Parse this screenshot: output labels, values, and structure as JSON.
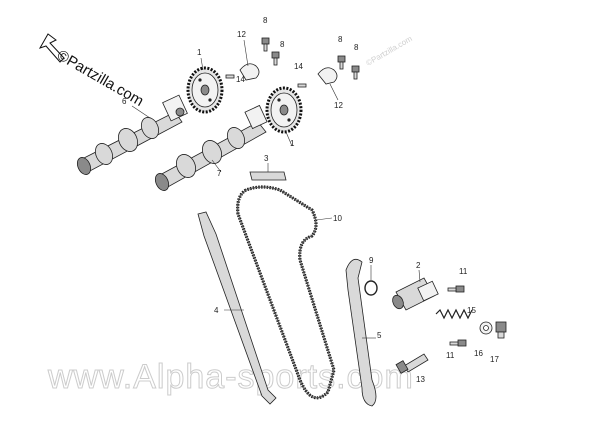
{
  "watermarks": {
    "partzilla_logo": "©Partzilla.com",
    "partzilla_small": "©Partzilla.com",
    "alpha_sports": "www.Alpha-sports.com"
  },
  "callouts": [
    {
      "id": "c1a",
      "label": "1"
    },
    {
      "id": "c1b",
      "label": "1"
    },
    {
      "id": "c2",
      "label": "2"
    },
    {
      "id": "c3",
      "label": "3"
    },
    {
      "id": "c4",
      "label": "4"
    },
    {
      "id": "c5",
      "label": "5"
    },
    {
      "id": "c6",
      "label": "6"
    },
    {
      "id": "c7",
      "label": "7"
    },
    {
      "id": "c8a",
      "label": "8"
    },
    {
      "id": "c8b",
      "label": "8"
    },
    {
      "id": "c8c",
      "label": "8"
    },
    {
      "id": "c8d",
      "label": "8"
    },
    {
      "id": "c9",
      "label": "9"
    },
    {
      "id": "c10",
      "label": "10"
    },
    {
      "id": "c11a",
      "label": "11"
    },
    {
      "id": "c11b",
      "label": "11"
    },
    {
      "id": "c12a",
      "label": "12"
    },
    {
      "id": "c12b",
      "label": "12"
    },
    {
      "id": "c13",
      "label": "13"
    },
    {
      "id": "c14a",
      "label": "14"
    },
    {
      "id": "c14b",
      "label": "14"
    },
    {
      "id": "c15",
      "label": "15"
    },
    {
      "id": "c16",
      "label": "16"
    },
    {
      "id": "c17",
      "label": "17"
    }
  ],
  "colors": {
    "background": "#ffffff",
    "ink": "#222222",
    "watermark": "#cccccc"
  }
}
